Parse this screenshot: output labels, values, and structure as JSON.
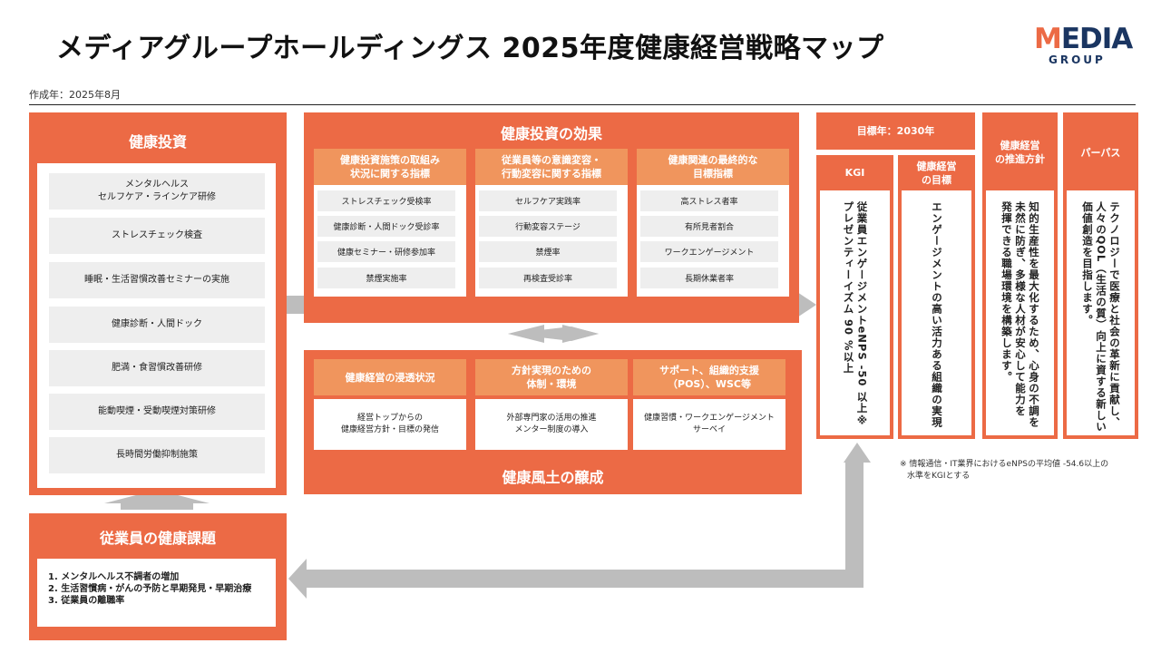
{
  "title": "メディアグループホールディングス 2025年度健康経営戦略マップ",
  "created": "作成年：2025年8月",
  "logo": {
    "text_main": "MEDIA",
    "text_sub": "GROUP"
  },
  "colors": {
    "primary": "#ec6a45",
    "secondary": "#f0955d",
    "item_bg": "#eeeeee",
    "arrow": "#bdbdbd",
    "logo_navy": "#1a3561"
  },
  "investment": {
    "title": "健康投資",
    "items": [
      "メンタルヘルス\nセルフケア・ラインケア研修",
      "ストレスチェック検査",
      "睡眠・生活習慣改善セミナーの実施",
      "健康診断・人間ドック",
      "肥満・食習慣改善研修",
      "能動喫煙・受動喫煙対策研修",
      "長時間労働抑制施策"
    ]
  },
  "effects": {
    "title": "健康投資の効果",
    "columns": [
      {
        "header": "健康投資施策の取組み\n状況に関する指標",
        "items": [
          "ストレスチェック受検率",
          "健康診断・人間ドック受診率",
          "健康セミナー・研修参加率",
          "禁煙実施率"
        ]
      },
      {
        "header": "従業員等の意識変容・\n行動変容に関する指標",
        "items": [
          "セルフケア実践率",
          "行動変容ステージ",
          "禁煙率",
          "再検査受診率"
        ]
      },
      {
        "header": "健康関連の最終的な\n目標指標",
        "items": [
          "高ストレス者率",
          "有所見者割合",
          "ワークエンゲージメント",
          "長期休業者率"
        ]
      }
    ]
  },
  "culture": {
    "title": "健康風土の醸成",
    "columns": [
      {
        "header": "健康経営の浸透状況",
        "body": "経営トップからの\n健康経営方針・目標の発信"
      },
      {
        "header": "方針実現のための\n体制・環境",
        "body": "外部専門家の活用の推進\nメンター制度の導入"
      },
      {
        "header": "サポート、組織的支援\n（POS）、WSC等",
        "body": "健康習慣・ワークエンゲージメント\nサーベイ"
      }
    ]
  },
  "issues": {
    "title": "従業員の健康課題",
    "items": [
      "1.  メンタルヘルス不調者の増加",
      "2.  生活習慣病・がんの予防と早期発見・早期治療",
      "3.  従業員の離職率"
    ]
  },
  "goal_year": "目標年：2030年",
  "kgi": {
    "title": "KGI",
    "text_line1": "従業員エンゲージメントeNPS -50 以上※",
    "text_line2": "プレゼンティーイズム 90 %以上"
  },
  "goal": {
    "title": "健康経営\nの目標",
    "text": "エンゲージメントの高い活力ある組織の実現"
  },
  "policy": {
    "title": "健康経営\nの推進方針",
    "text_line1": "知的生産性を最大化するため、心身の不調を",
    "text_line2": "未然に防ぎ、多様な人材が安心して能力を",
    "text_line3": "発揮できる職場環境を構築します。"
  },
  "purpose": {
    "title": "パーパス",
    "text_line1": "テクノロジーで医療と社会の革新に貢献し、",
    "text_line2": "人々のQOL（生活の質）向上に資する新しい",
    "text_line3": "価値創造を目指します。"
  },
  "footnote": {
    "line1": "※ 情報通信・IT業界におけるeNPSの平均値 -54.6以上の",
    "line2": "水準をKGIとする"
  }
}
